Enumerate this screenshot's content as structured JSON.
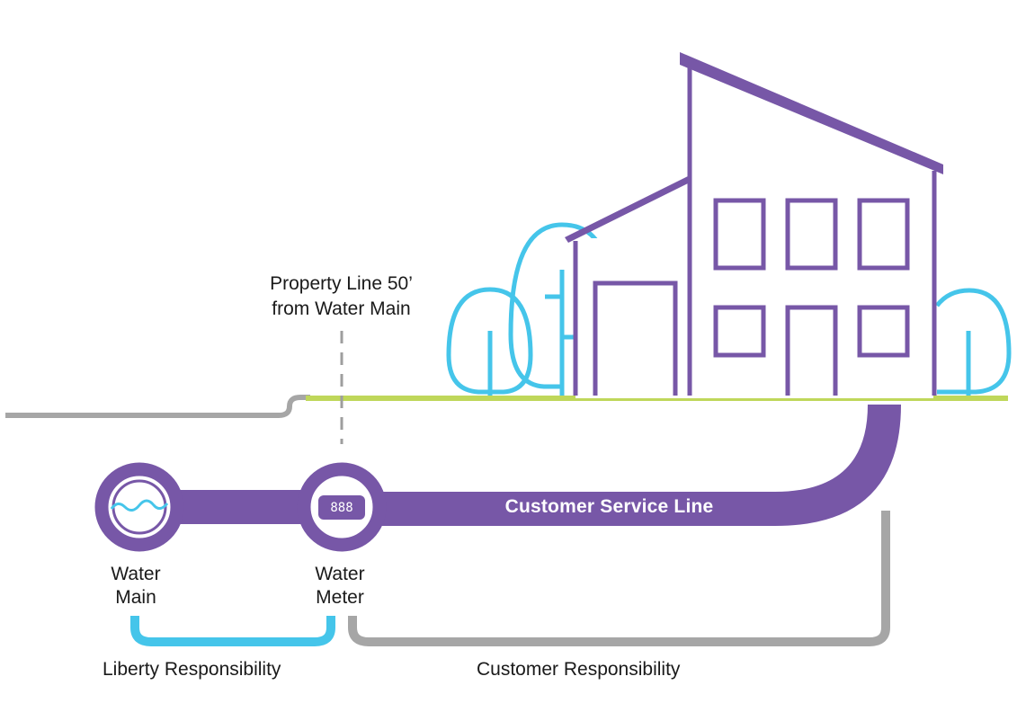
{
  "property_line": {
    "line1": "Property Line 50’",
    "line2": "from Water Main"
  },
  "nodes": {
    "water_main": {
      "line1": "Water",
      "line2": "Main"
    },
    "water_meter": {
      "line1": "Water",
      "line2": "Meter",
      "display": "888"
    }
  },
  "service_line_label": "Customer Service Line",
  "responsibility": {
    "liberty": "Liberty Responsibility",
    "customer": "Customer Responsibility"
  },
  "colors": {
    "purple": "#7757a7",
    "light_blue": "#45c5ea",
    "ground_green": "#bfd75a",
    "gray": "#a6a6a6"
  }
}
